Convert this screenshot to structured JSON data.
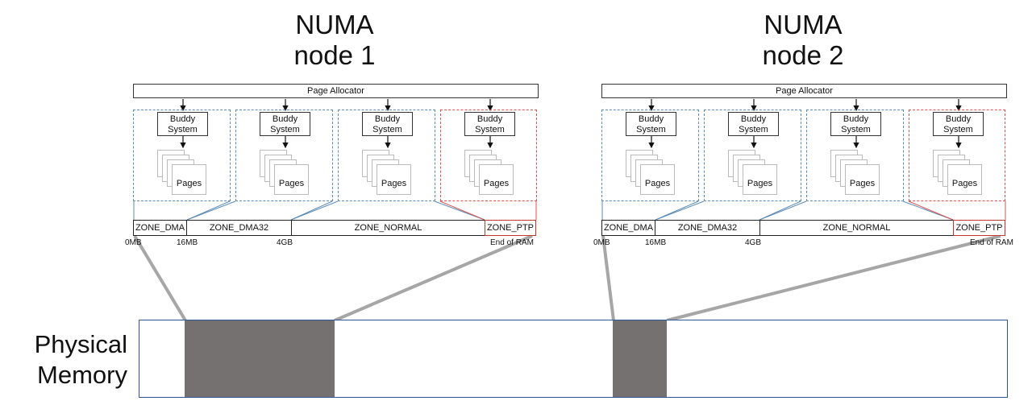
{
  "nodes": [
    {
      "title_line1": "NUMA",
      "title_line2": "node 1",
      "page_allocator": "Page Allocator",
      "buddy_line1": "Buddy",
      "buddy_line2": "System",
      "pages_label": "Pages",
      "zones": [
        "ZONE_DMA",
        "ZONE_DMA32",
        "ZONE_NORMAL",
        "ZONE_PTP"
      ],
      "ticks": [
        "0MB",
        "16MB",
        "4GB",
        "End of RAM"
      ]
    },
    {
      "title_line1": "NUMA",
      "title_line2": "node 2",
      "page_allocator": "Page Allocator",
      "buddy_line1": "Buddy",
      "buddy_line2": "System",
      "pages_label": "Pages",
      "zones": [
        "ZONE_DMA",
        "ZONE_DMA32",
        "ZONE_NORMAL",
        "ZONE_PTP"
      ],
      "ticks": [
        "0MB",
        "16MB",
        "4GB",
        "End of RAM"
      ]
    }
  ],
  "physical_memory": {
    "label_line1": "Physical",
    "label_line2": "Memory"
  },
  "colors": {
    "normal_zone_border": "#5b8bb6",
    "ptp_zone_border": "#d9534f",
    "memory_border": "#2f5597",
    "memory_block": "#767171",
    "connector": "#a6a6a6"
  }
}
